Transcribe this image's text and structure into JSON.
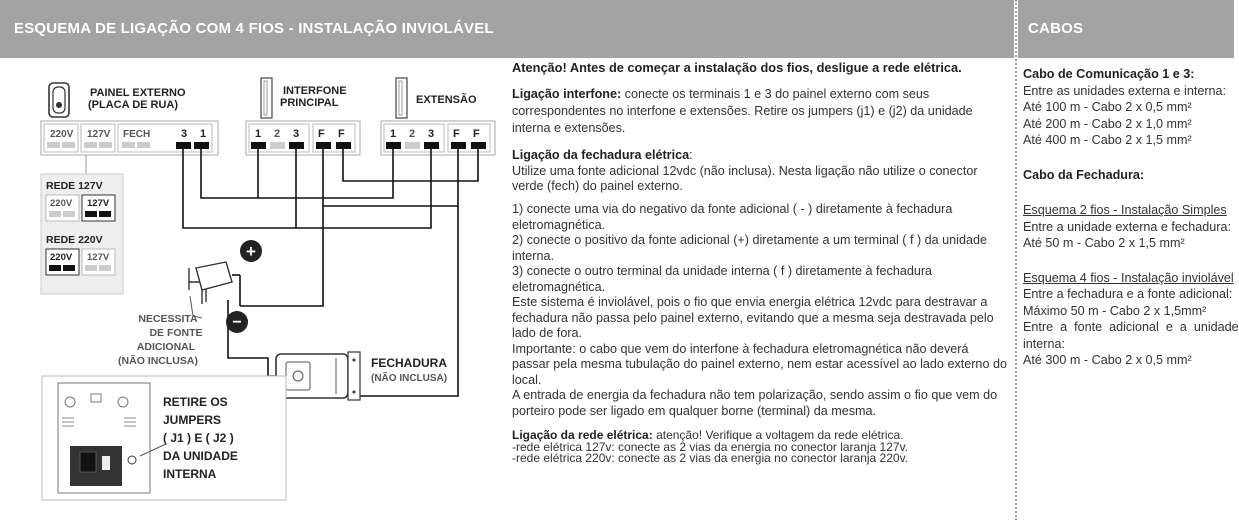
{
  "header": {
    "left_title": "ESQUEMA DE LIGAÇÃO COM 4 FIOS - INSTALAÇÃO INVIOLÁVEL",
    "right_title": "CABOS"
  },
  "diagram": {
    "painel_externo": "PAINEL EXTERNO",
    "placa_de_rua": "(PLACA DE RUA)",
    "interfone": "INTERFONE",
    "principal": "PRINCIPAL",
    "extensao": "EXTENSÃO",
    "painel_terminals": [
      "220V",
      "127V",
      "FECH",
      "3",
      "1"
    ],
    "interfone_terminals": [
      "1",
      "2",
      "3",
      "F",
      "F"
    ],
    "extensao_terminals": [
      "1",
      "2",
      "3",
      "F",
      "F"
    ],
    "rede_127": "REDE 127V",
    "rede_127_opts": [
      "220V",
      "127V"
    ],
    "rede_220": "REDE 220V",
    "rede_220_opts": [
      "220V",
      "127V"
    ],
    "necessita": [
      "NECESSITA",
      "DE FONTE",
      "ADICIONAL",
      "(NÃO INCLUSA)"
    ],
    "fechadura": "FECHADURA",
    "fechadura_sub": "(NÃO INCLUSA)",
    "retire": [
      "RETIRE OS",
      "JUMPERS",
      "( J1 ) E ( J2 )",
      "DA UNIDADE",
      "INTERNA"
    ],
    "plus": "+",
    "minus": "−"
  },
  "instructions": {
    "attention": "Atenção! Antes de começar a instalação dos fios, desligue a rede elétrica.",
    "interfone_title": "Ligação interfone:",
    "interfone_text": " conecte os terminais 1 e 3 do painel externo com seus correspondentes no interfone e extensões. Retire os jumpers (j1) e (j2) da unidade interna e extensões.",
    "fechadura_title": "Ligação da fechadura elétrica",
    "fechadura_colon": ":",
    "fechadura_text": "Utilize uma fonte adicional 12vdc (não inclusa). Nesta ligação não utilize o conector verde (fech) do painel externo.",
    "step1": "1) conecte uma via do negativo da fonte adicional ( - ) diretamente à fechadura eletromagnética.",
    "step2": "2) conecte o positivo da fonte adicional (+) diretamente a um terminal ( f ) da unidade interna.",
    "step3": "3) conecte o outro terminal da unidade interna ( f ) diretamente à fechadura eletromagnética.",
    "para1": "Este sistema é inviolável, pois o fio que envia energia elétrica 12vdc para destravar a fechadura não passa pelo painel externo, evitando que a mesma seja destravada pelo lado de fora.",
    "para2": "Importante: o cabo que vem do interfone à fechadura eletromagnética não deverá passar pela mesma tubulação do painel externo, nem estar acessível ao lado externo do local.",
    "para3": "A entrada de energia da fechadura não tem polarização, sendo assim o fio que vem do porteiro pode ser ligado em qualquer borne (terminal) da mesma.",
    "rede_title": "Ligação da rede elétrica:",
    "rede_text": " atenção! Verifique a voltagem da rede elétrica.",
    "rede_127": "-rede elétrica 127v: conecte as 2 vias da energia no conector laranja 127v.",
    "rede_220": "-rede elétrica 220v: conecte as 2 vias da energia no conector laranja 220v."
  },
  "cabos": {
    "com_title": "Cabo de Comunicação 1 e 3:",
    "com_lines": [
      "Entre as unidades externa e interna:",
      "Até 100 m - Cabo 2 x 0,5 mm²",
      "Até 200 m - Cabo 2 x 1,0 mm²",
      "Até 400 m - Cabo 2 x 1,5 mm²"
    ],
    "fech_title": "Cabo da Fechadura:",
    "esq2_title": "Esquema 2 fios - Instalação Simples",
    "esq2_lines": [
      "Entre a unidade externa e fechadura:",
      "Até 50 m - Cabo 2 x 1,5 mm²"
    ],
    "esq4_title": "Esquema 4 fios - Instalação inviolável",
    "esq4_lines": [
      "Entre a fechadura e a fonte adicional:",
      "Máximo 50 m - Cabo 2 x 1,5mm²",
      "Entre  a  fonte  adicional  e  a  unidade",
      "interna:",
      "Até 300 m - Cabo 2 x 0,5 mm²"
    ]
  }
}
